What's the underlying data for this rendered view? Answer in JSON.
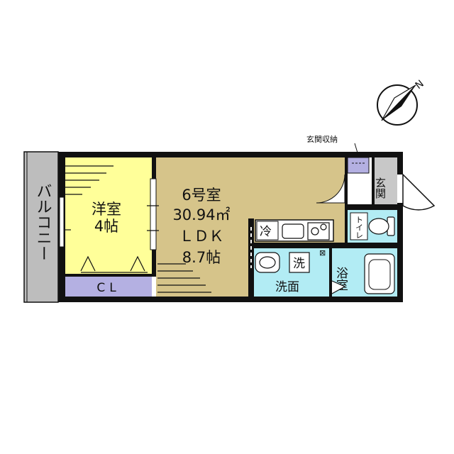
{
  "compass": {
    "north_label": "N"
  },
  "labels": {
    "balcony": "バルコニー",
    "western_room_name": "洋室",
    "western_room_size": "4帖",
    "closet": "CL",
    "unit_no": "6号室",
    "area": "30.94㎡",
    "ldk": "ＬＤＫ",
    "ldk_size": "8.7帖",
    "entrance_storage": "玄関収納",
    "entrance": "玄関",
    "fridge": "冷",
    "toilet": "トイレ",
    "washer": "洗",
    "washroom": "洗面",
    "bathroom": "浴室"
  },
  "colors": {
    "western_room": "#ffff99",
    "ldk": "#d6c48a",
    "closet": "#b4b0e2",
    "wet_area": "#b2ecf4",
    "balcony": "#bdbdbd",
    "wall": "#111111"
  }
}
